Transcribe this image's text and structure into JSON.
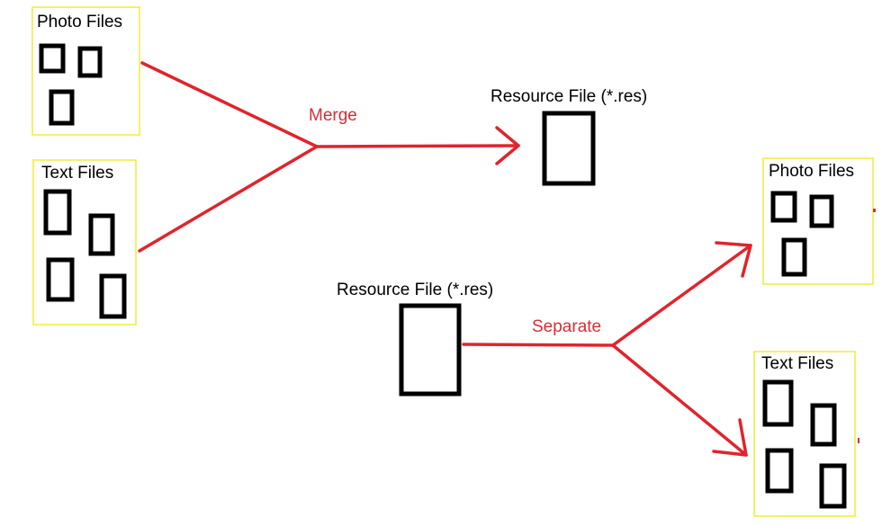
{
  "merge_side": {
    "photo_box_label": "Photo Files",
    "text_box_label": "Text Files",
    "operation_label": "Merge",
    "output_label": "Resource File (*.res)"
  },
  "separate_side": {
    "input_label": "Resource File (*.res)",
    "operation_label": "Separate",
    "photo_box_label": "Photo Files",
    "text_box_label": "Text Files"
  },
  "colors": {
    "arrow": "#e0242c",
    "operation_text": "#d42f35",
    "box_border": "#f0ec3c",
    "file_icon": "#000000"
  }
}
